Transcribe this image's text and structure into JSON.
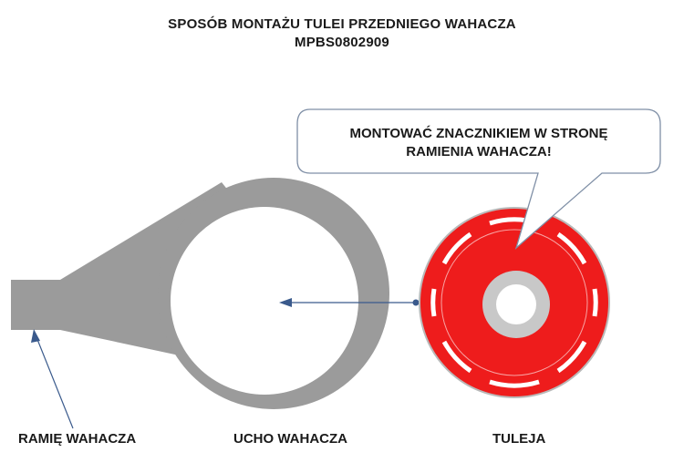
{
  "title": {
    "line1": "SPOSÓB MONTAŻU TULEI PRZEDNIEGO WAHACZA",
    "line2": "MPBS0802909"
  },
  "callout": {
    "line1": "MONTOWAĆ ZNACZNIKIEM W STRONĘ",
    "line2": "RAMIENIA WAHACZA!"
  },
  "labels": {
    "arm": "RAMIĘ WAHACZA",
    "eye": "UCHO WAHACZA",
    "bushing": "TULEJA"
  },
  "colors": {
    "arm_gray": "#9b9b9b",
    "bushing_red": "#ee1c1c",
    "inner_gray": "#c8c8c8",
    "arrow_blue": "#3a5a8c",
    "callout_border": "#7f8fa6"
  }
}
